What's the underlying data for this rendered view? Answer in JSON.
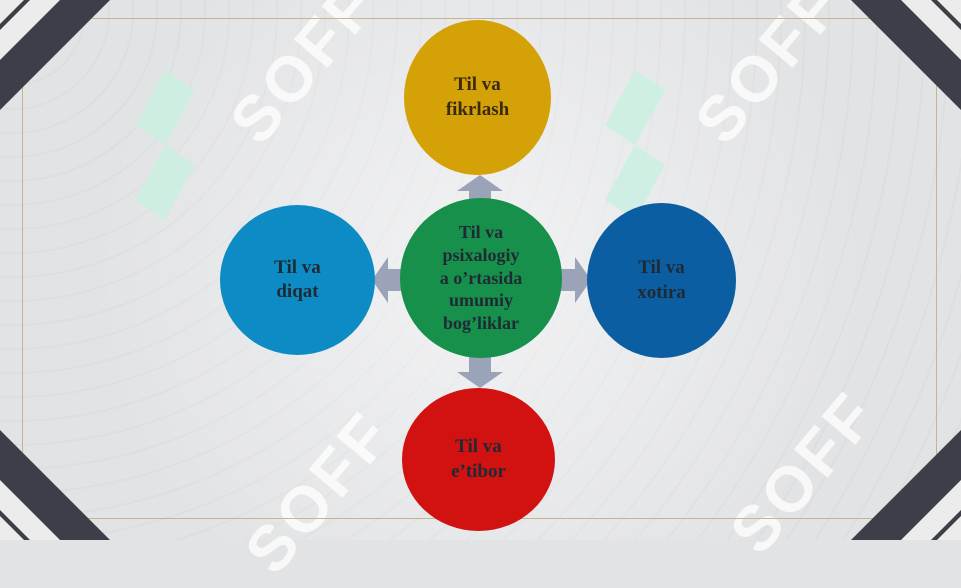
{
  "slide": {
    "watermark_text": "SOFF",
    "colors": {
      "background": "#e2e3e5",
      "frame_line": "#c9b489",
      "corner_dark": "#3c3f47",
      "arrow": "#9aa3b8"
    }
  },
  "diagram": {
    "center": {
      "label": "Til va\npsixalogiy\na o’rtasida\numumiy\nbog’liklar",
      "color": "#16904a"
    },
    "nodes": [
      {
        "id": "top",
        "label": "Til va\nfikrlash",
        "color": "#d4a106"
      },
      {
        "id": "left",
        "label": "Til va\ndiqat",
        "color": "#0d8bc4"
      },
      {
        "id": "right",
        "label": "Til va\nxotira",
        "color": "#0b5ea1"
      },
      {
        "id": "bottom",
        "label": "Til va\ne’tibor",
        "color": "#d21111"
      }
    ]
  }
}
